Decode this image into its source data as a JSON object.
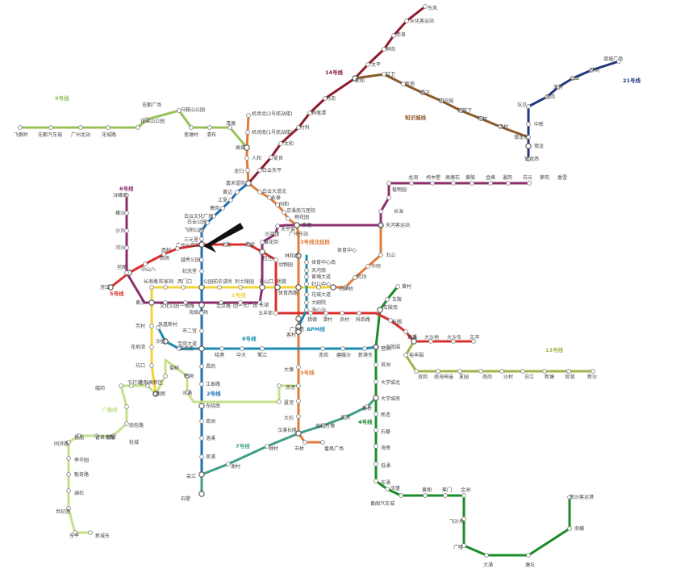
{
  "map": {
    "title": ""
  },
  "lines": [
    {
      "id": "l1",
      "name": "1号线",
      "color": "#f0d43a",
      "stations": [
        "西朗",
        "坑口",
        "花地湾",
        "芳村",
        "黄沙",
        "长寿路",
        "陈家祠",
        "西门口",
        "公园前",
        "农讲所",
        "烈士陵园",
        "东山口",
        "杨箕",
        "体育西路",
        "体育中心",
        "广州东站"
      ]
    },
    {
      "id": "l2",
      "name": "2号线",
      "color": "#1f6fb6",
      "stations": [
        "嘉禾望岗",
        "黄边",
        "江夏",
        "萧岗",
        "白云文化广场",
        "白云公园",
        "飞翔公园",
        "三元里",
        "广州火车站",
        "越秀公园",
        "纪念堂",
        "公园前",
        "海珠广场",
        "市二宫",
        "江南西",
        "昌岗",
        "江泰路",
        "东晓南",
        "南洲",
        "洛溪",
        "南浦",
        "会江",
        "石壁",
        "广州南站"
      ]
    },
    {
      "id": "l3",
      "name": "3号线",
      "color": "#e07b39",
      "stations": [
        "机场北(2号航站楼)",
        "机场南(1号航站楼)",
        "高增",
        "人和",
        "龙归",
        "嘉禾望岗",
        "白云大道北",
        "永泰",
        "同和",
        "京溪南方医院",
        "梅花园",
        "燕塘",
        "广州东站",
        "林和西",
        "体育西路",
        "珠江新城",
        "广州塔",
        "客村",
        "大塘",
        "沥滘",
        "厦滘",
        "大石",
        "汉溪长隆",
        "市桥",
        "番禺广场"
      ]
    },
    {
      "id": "l3b",
      "name": "3号线北延段",
      "color": "#e07b39",
      "stations": [
        "体育西路",
        "石牌桥",
        "岗顶",
        "华师",
        "五山",
        "天河客运站"
      ]
    },
    {
      "id": "l4",
      "name": "4号线",
      "color": "#1a8c2a",
      "stations": [
        "黄村",
        "车陂",
        "车陂南",
        "万胜围",
        "官洲",
        "大学城北",
        "大学城南",
        "新造",
        "石碁",
        "海傍",
        "低涌",
        "东涌",
        "庆盛",
        "黄阁汽车城",
        "黄阁",
        "蕉门",
        "金洲",
        "飞沙角",
        "广隆",
        "大涌",
        "塘坑",
        "南横",
        "南沙客运港"
      ]
    },
    {
      "id": "l5",
      "name": "5号线",
      "color": "#d8302e",
      "stations": [
        "滘口",
        "坦尾",
        "中山八",
        "西场",
        "西村",
        "广州火车站",
        "小北",
        "淘金",
        "区庄",
        "动物园",
        "杨箕",
        "五羊邨",
        "珠江新城",
        "猎德",
        "潭村",
        "员村",
        "科韵路",
        "车陂南",
        "东圃",
        "三溪",
        "鱼珠",
        "大沙地",
        "大沙东",
        "文冲"
      ]
    },
    {
      "id": "l6",
      "name": "6号线",
      "color": "#8e2d6c",
      "stations": [
        "浔峰岗",
        "横沙",
        "沙贝",
        "河沙",
        "坦尾",
        "如意坊",
        "黄沙",
        "文化公园",
        "一德路",
        "海珠广场",
        "北京路",
        "团一大广场",
        "东湖",
        "东山口",
        "区庄",
        "黄花岗",
        "沙河顶",
        "天平架",
        "燕塘",
        "天河客运站",
        "长湴",
        "植物园",
        "龙洞",
        "柯木塱",
        "高塘石",
        "黄陂",
        "金峰",
        "暹岗",
        "苏元",
        "萝岗",
        "香雪"
      ]
    },
    {
      "id": "l7",
      "name": "7号线",
      "color": "#3e9e8a",
      "stations": [
        "广州南站",
        "石壁",
        "谢村",
        "钟村",
        "汉溪长隆",
        "南村万博",
        "员岗",
        "板桥",
        "大学城南"
      ]
    },
    {
      "id": "l8",
      "name": "8号线",
      "color": "#1d8cb0",
      "stations": [
        "凤凰新村",
        "沙园",
        "宝岗大道",
        "昌岗",
        "晓港",
        "中大",
        "鹭江",
        "客村",
        "赤岗",
        "磨碟沙",
        "新港东",
        "琶洲",
        "万胜围"
      ]
    },
    {
      "id": "l9",
      "name": "9号线",
      "color": "#97c25a",
      "stations": [
        "飞鹅岭",
        "花都汽车城",
        "广州北站",
        "花城路",
        "花果山公园",
        "花都广场",
        "马鞍山公园",
        "莲塘村",
        "清布",
        "清塘",
        "高增"
      ]
    },
    {
      "id": "l13",
      "name": "13号线",
      "color": "#a7b24a",
      "stations": [
        "鱼珠",
        "裕丰围",
        "双岗",
        "南海神庙",
        "夏园",
        "南岗",
        "沙村",
        "白江",
        "新塘",
        "官湖",
        "新沙"
      ]
    },
    {
      "id": "l14",
      "name": "14号线",
      "color": "#8c1d2e",
      "stations": [
        "嘉禾望岗",
        "白云东平",
        "夏良",
        "太和",
        "竹料",
        "钟落潭",
        "马沥",
        "新和",
        "太平",
        "神岗",
        "赤草",
        "从化客运站",
        "东风"
      ]
    },
    {
      "id": "lk",
      "name": "知识城线",
      "color": "#8b5a2b",
      "stations": [
        "新和",
        "红卫",
        "新南",
        "枫下",
        "知识城",
        "何棠下",
        "旺村",
        "汤村",
        "镇龙北",
        "镇龙"
      ]
    },
    {
      "id": "l21",
      "name": "21号线",
      "color": "#23377f",
      "stations": [
        "镇龙西",
        "镇龙",
        "中新",
        "坑贝",
        "凤岗",
        "朱村",
        "山田",
        "钟岗",
        "增城广场"
      ]
    },
    {
      "id": "lgf",
      "name": "广佛线",
      "color": "#c3e28a",
      "stations": [
        "新城东",
        "东平",
        "世纪莲",
        "澜石",
        "魁奇路",
        "季华园",
        "同济路",
        "祖庙",
        "普君北路",
        "朝安",
        "桂城",
        "南桂路",
        "礌岗",
        "千灯湖",
        "金融高新区",
        "龙溪",
        "菊树",
        "西朗",
        "鹤洞",
        "沙涌",
        "沙园",
        "燕岗",
        "石溪",
        "南洲"
      ]
    },
    {
      "id": "lapm",
      "name": "APM线",
      "color": "#1d8cb0",
      "stations": [
        "林和西",
        "体育中心南",
        "天河南",
        "黄埔大道",
        "妇儿中心",
        "花城大道",
        "大剧院",
        "海心沙",
        "广州塔"
      ]
    }
  ],
  "pointer": {
    "icon": "arrow-pointer-icon"
  }
}
